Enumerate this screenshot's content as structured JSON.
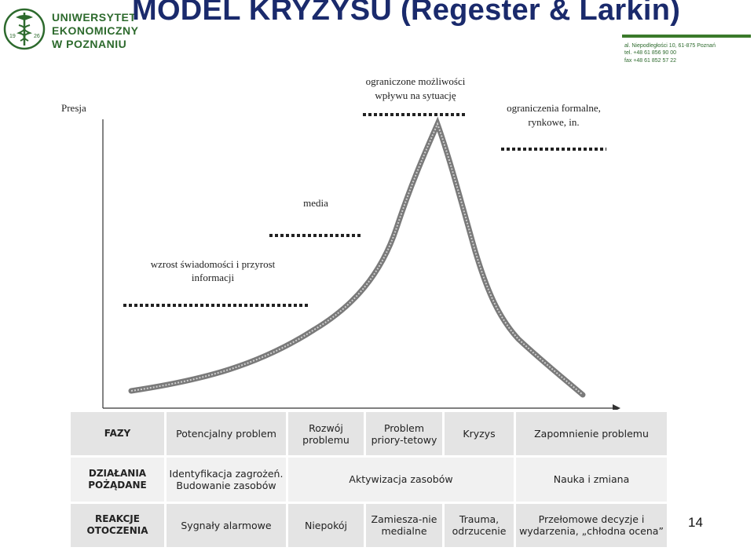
{
  "header": {
    "title": "MODEL KRYZYSU (Regester & Larkin)",
    "logo_lines": [
      "UNIWERSYTET",
      "EKONOMICZNY",
      "W POZNANIU"
    ],
    "logo_year_left": "19",
    "logo_year_right": "26",
    "address_lines": [
      "al. Niepodległości 10, 61-875 Poznań",
      "tel. +48 61 856 90 00",
      "fax +48 61 852 57 22"
    ],
    "brand_color": "#2d6a2d",
    "title_color": "#1a2a6c"
  },
  "chart": {
    "y_axis_label": "Presja",
    "annotations": {
      "awareness_line1": "wzrost świadomości i przyrost",
      "awareness_line2": "informacji",
      "media": "media",
      "limited_line1": "ograniczone możliwości",
      "limited_line2": "wpływu na sytuację",
      "formal_line1": "ograniczenia formalne,",
      "formal_line2": "rynkowe, in."
    }
  },
  "table": {
    "row1": {
      "header": "FAZY",
      "c1": "Potencjalny problem",
      "c2": "Rozwój problemu",
      "c3": "Problem priory-tetowy",
      "c4": "Kryzys",
      "c5": "Zapomnienie problemu"
    },
    "row2": {
      "header": "DZIAŁANIA POŻĄDANE",
      "c1": "Identyfikacja zagrożeń. Budowanie zasobów",
      "c2": "Aktywizacja zasobów",
      "c3": "Nauka i zmiana"
    },
    "row3": {
      "header": "REAKCJE OTOCZENIA",
      "c1": "Sygnały alarmowe",
      "c2": "Niepokój",
      "c3": "Zamiesza-nie medialne",
      "c4": "Trauma, odrzucenie",
      "c5": "Przełomowe decyzje i wydarzenia, „chłodna ocena”"
    }
  },
  "page_number": "14"
}
